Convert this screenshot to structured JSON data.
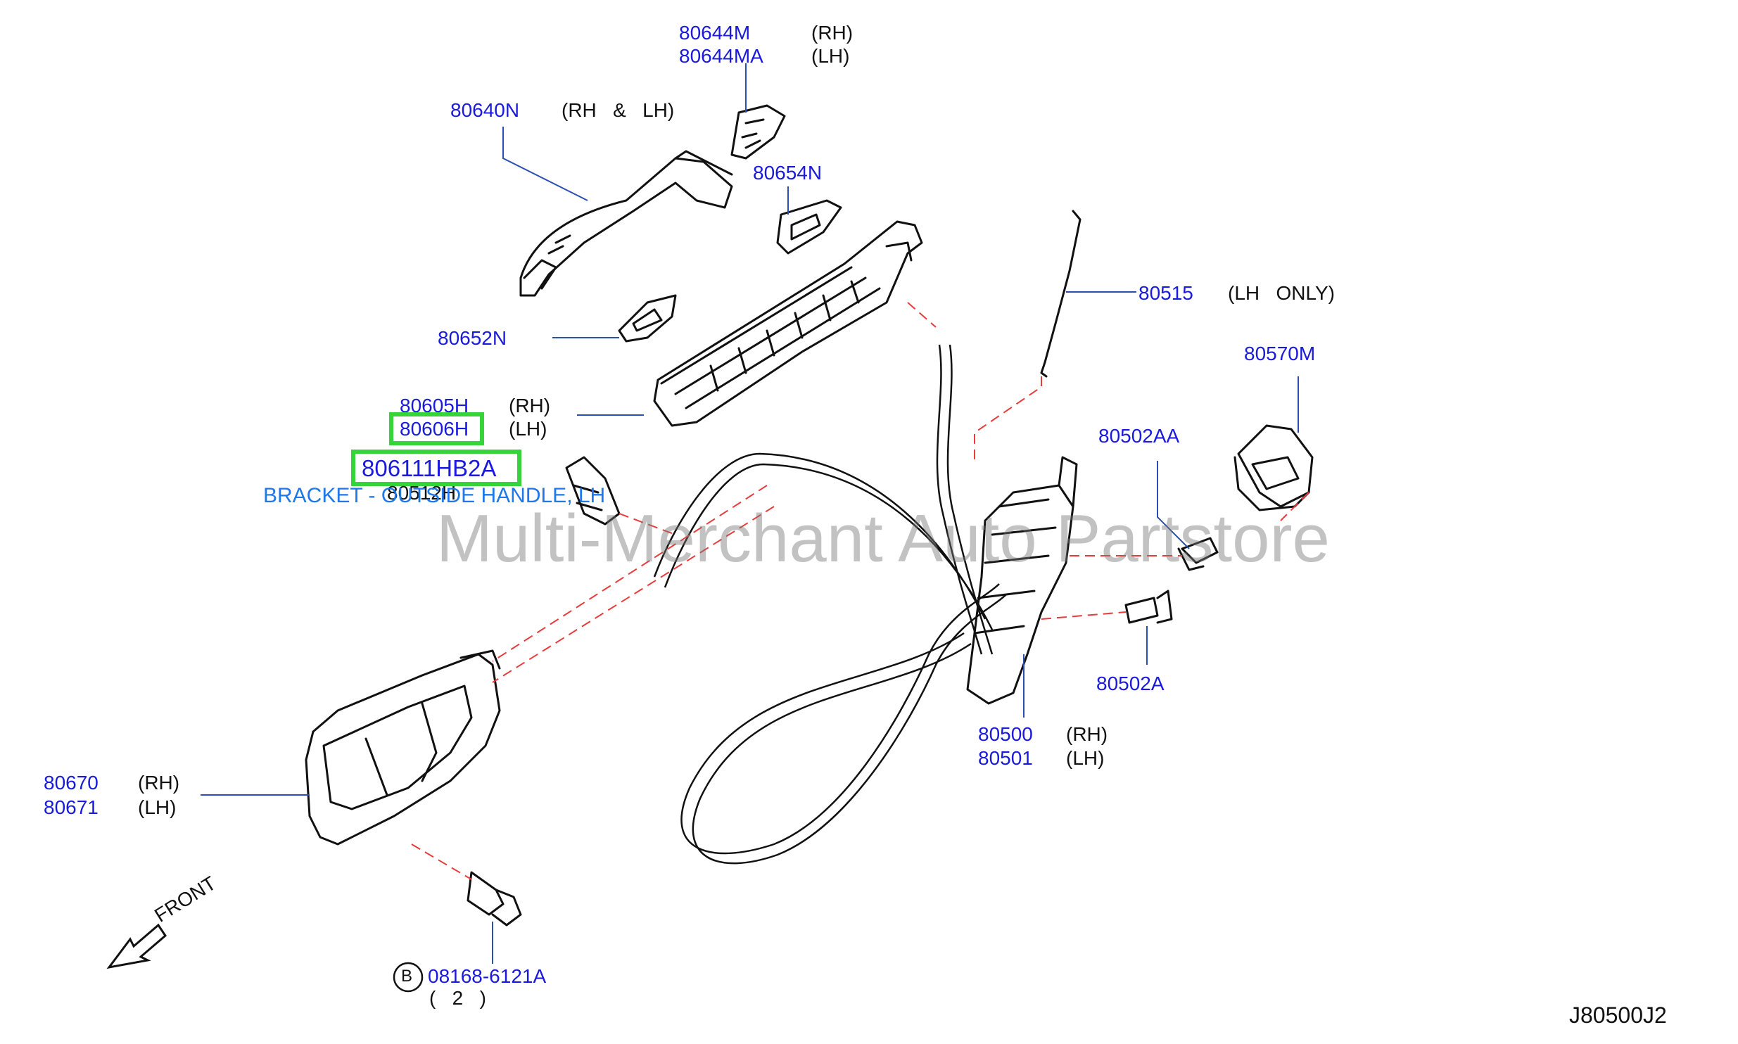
{
  "labels": {
    "p80644m": "80644M",
    "p80644m_side": "(RH)",
    "p80644ma": "80644MA",
    "p80644ma_side": "(LH)",
    "p80640n": "80640N",
    "p80640n_side": "(RH   &   LH)",
    "p80654n": "80654N",
    "p80515": "80515",
    "p80515_side": "(LH   ONLY)",
    "p80652n": "80652N",
    "p80570m": "80570M",
    "p80605h": "80605H",
    "p80605h_side": "(RH)",
    "p80606h": "80606H",
    "p80606h_side": "(LH)",
    "p806111hb2a": "806111HB2A",
    "bracket_desc": "BRACKET - OUTSIDE HANDLE, LH",
    "p80512h": "80512H",
    "p80502aa": "80502AA",
    "p80502a": "80502A",
    "p80500": "80500",
    "p80500_side": "(RH)",
    "p80501": "80501",
    "p80501_side": "(LH)",
    "p80670": "80670",
    "p80670_side": "(RH)",
    "p80671": "80671",
    "p80671_side": "(LH)",
    "front": "FRONT",
    "bolt_circle": "B",
    "p08168": "08168-6121A",
    "bolt_qty": "(   2   )",
    "diagram_id": "J80500J2"
  },
  "watermark": "Multi-Merchant Auto Partstore",
  "colors": {
    "part_number": "#1a1adc",
    "highlight": "#35d43a",
    "leader_dashed": "#e83c3c",
    "leader_solid": "#2a4fb0",
    "drawing": "#111111"
  }
}
